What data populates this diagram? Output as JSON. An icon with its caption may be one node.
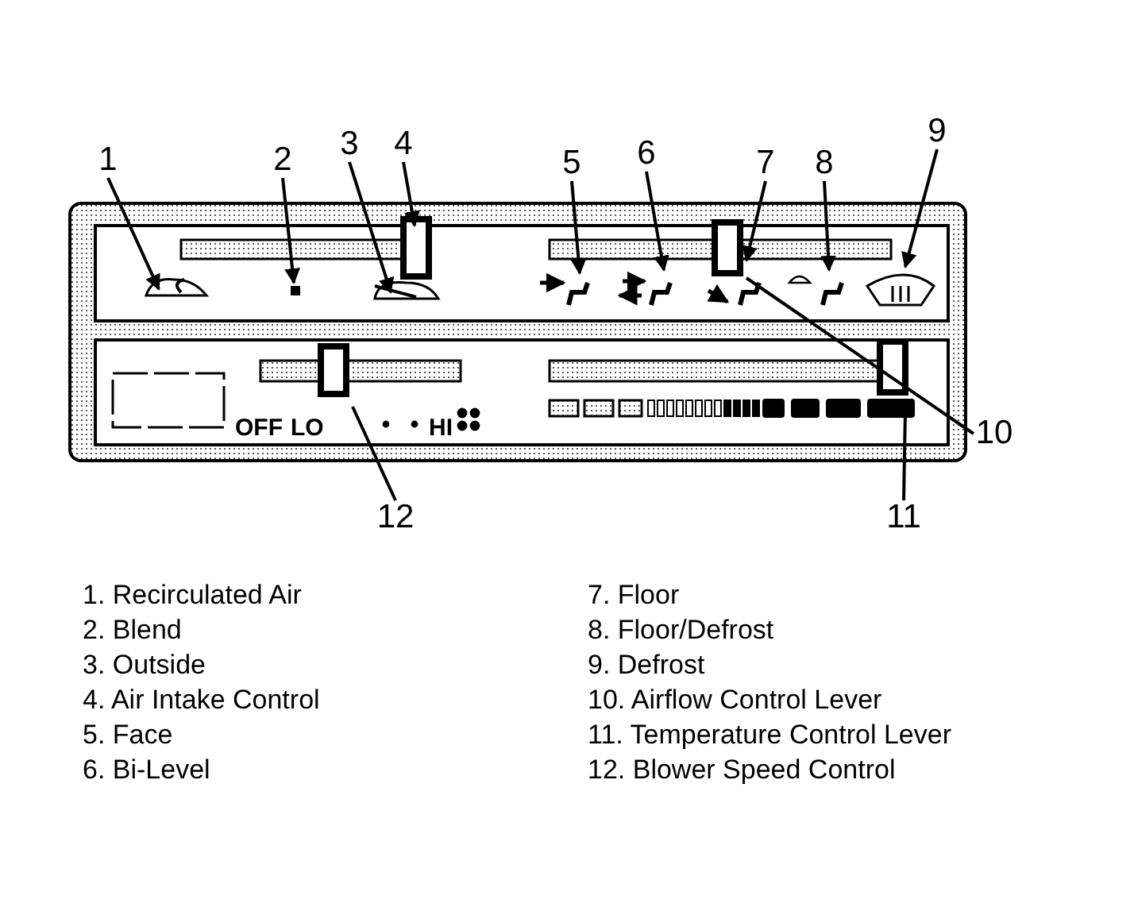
{
  "diagram": {
    "nodes": [
      {
        "text": [
          "1"
        ]
      },
      {
        "text": [
          "2"
        ]
      },
      {
        "text": [
          "3"
        ]
      },
      {
        "text": [
          "4"
        ]
      },
      {
        "text": [
          "5"
        ]
      },
      {
        "text": [
          "6"
        ]
      },
      {
        "text": [
          "7"
        ]
      },
      {
        "text": [
          "8"
        ]
      },
      {
        "text": [
          "9"
        ]
      },
      {
        "text": [
          "10"
        ]
      },
      {
        "text": [
          "11"
        ]
      },
      {
        "text": [
          "12"
        ]
      }
    ],
    "edges": [
      {
        "from": 0,
        "to": null,
        "arrow": "to"
      },
      {
        "from": 1,
        "to": null,
        "arrow": "to"
      },
      {
        "from": 2,
        "to": null,
        "arrow": "to"
      },
      {
        "from": 3,
        "to": null,
        "arrow": "to"
      },
      {
        "from": 4,
        "to": null,
        "arrow": "to"
      },
      {
        "from": 5,
        "to": null,
        "arrow": "to"
      },
      {
        "from": 6,
        "to": null,
        "arrow": "to"
      },
      {
        "from": 7,
        "to": null,
        "arrow": "to"
      },
      {
        "from": 8,
        "to": null,
        "arrow": "to"
      },
      {
        "from": 9,
        "to": null,
        "arrow": "none"
      },
      {
        "from": 10,
        "to": null,
        "arrow": "none"
      },
      {
        "from": 11,
        "to": null,
        "arrow": "none"
      }
    ],
    "labels": [
      "OFF",
      "LO",
      "HI",
      "1. Recirculated Air",
      "2. Blend",
      "3. Outside",
      "4. Air Intake Control",
      "5. Face",
      "6. Bi-Level",
      "7. Floor",
      "8. Floor/Defrost",
      "9. Defrost",
      "10. Airflow Control Lever",
      "11. Temperature Control Lever",
      "12. Blower Speed Control"
    ]
  }
}
